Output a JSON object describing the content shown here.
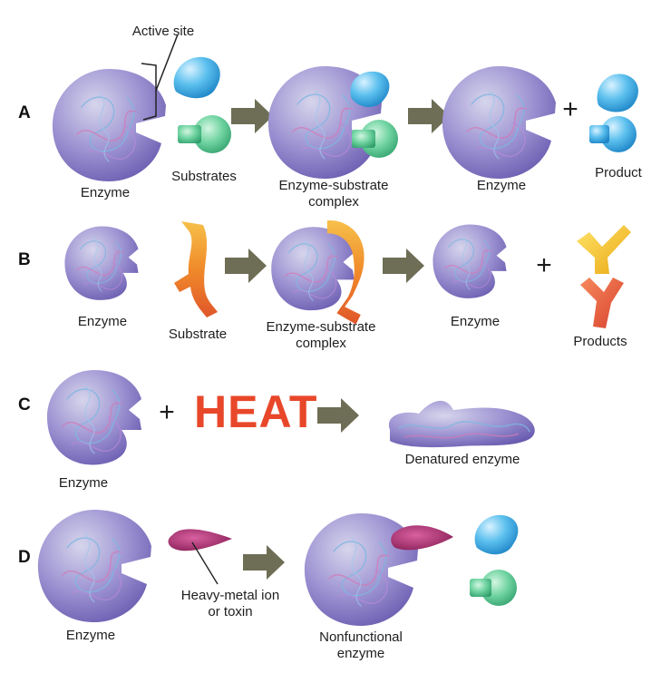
{
  "labels": {
    "active_site": "Active site",
    "enzyme": "Enzyme",
    "substrates": "Substrates",
    "substrate": "Substrate",
    "es_complex_1": "Enzyme-substrate",
    "es_complex_2": "complex",
    "product": "Product",
    "products": "Products",
    "heat": "HEAT",
    "plus": "+",
    "denatured": "Denatured enzyme",
    "heavy_metal_1": "Heavy-metal ion",
    "heavy_metal_2": "or toxin",
    "nonfunctional_1": "Nonfunctional",
    "nonfunctional_2": "enzyme"
  },
  "rows": {
    "a": "A",
    "b": "B",
    "c": "C",
    "d": "D"
  },
  "colors": {
    "enzyme": "#8a7fc8",
    "substrate_blue": "#3aa6dd",
    "substrate_green": "#4bbd86",
    "substrate_orange": "#f08a2a",
    "product_yellow": "#f4c11e",
    "product_red": "#e65a3c",
    "toxin": "#a8306e",
    "arrow": "#6e6e56",
    "heat": "#e8472a"
  }
}
